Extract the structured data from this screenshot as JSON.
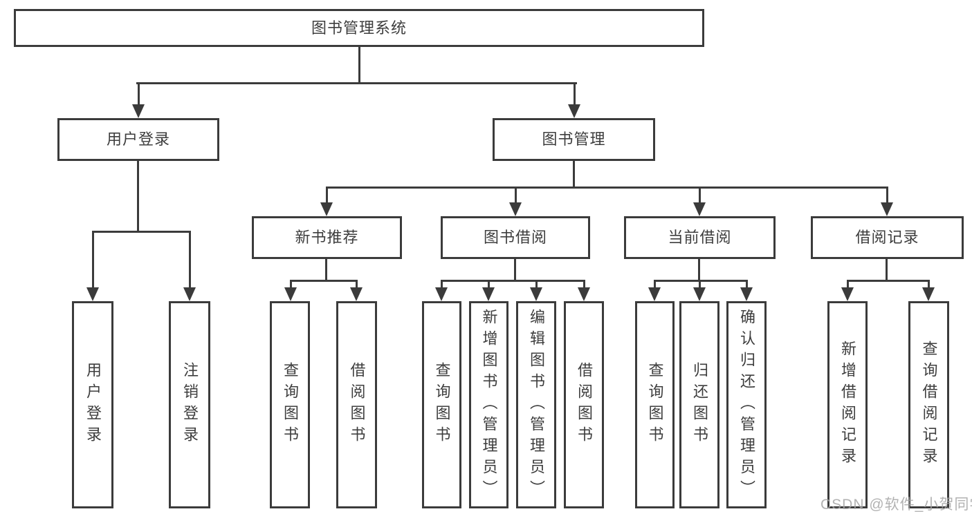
{
  "watermark": "CSDN @软件_小贺同学",
  "colors": {
    "line": "#3b3b3b",
    "text": "#3d3d3d",
    "watermark": "#a5a5a5",
    "background": "#ffffff"
  },
  "tree": {
    "root": {
      "label": "图书管理系统"
    },
    "branches": [
      {
        "label": "用户登录",
        "children": [
          {
            "label": "用户登录"
          },
          {
            "label": "注销登录"
          }
        ]
      },
      {
        "label": "图书管理",
        "groups": [
          {
            "label": "新书推荐",
            "children": [
              {
                "label": "查询图书"
              },
              {
                "label": "借阅图书"
              }
            ]
          },
          {
            "label": "图书借阅",
            "children": [
              {
                "label": "查询图书"
              },
              {
                "label": "新增图书（管理员）"
              },
              {
                "label": "编辑图书（管理员）"
              },
              {
                "label": "借阅图书"
              }
            ]
          },
          {
            "label": "当前借阅",
            "children": [
              {
                "label": "查询图书"
              },
              {
                "label": "归还图书"
              },
              {
                "label": "确认归还（管理员）"
              }
            ]
          },
          {
            "label": "借阅记录",
            "children": [
              {
                "label": "新增借阅记录"
              },
              {
                "label": "查询借阅记录"
              }
            ]
          }
        ]
      }
    ]
  }
}
